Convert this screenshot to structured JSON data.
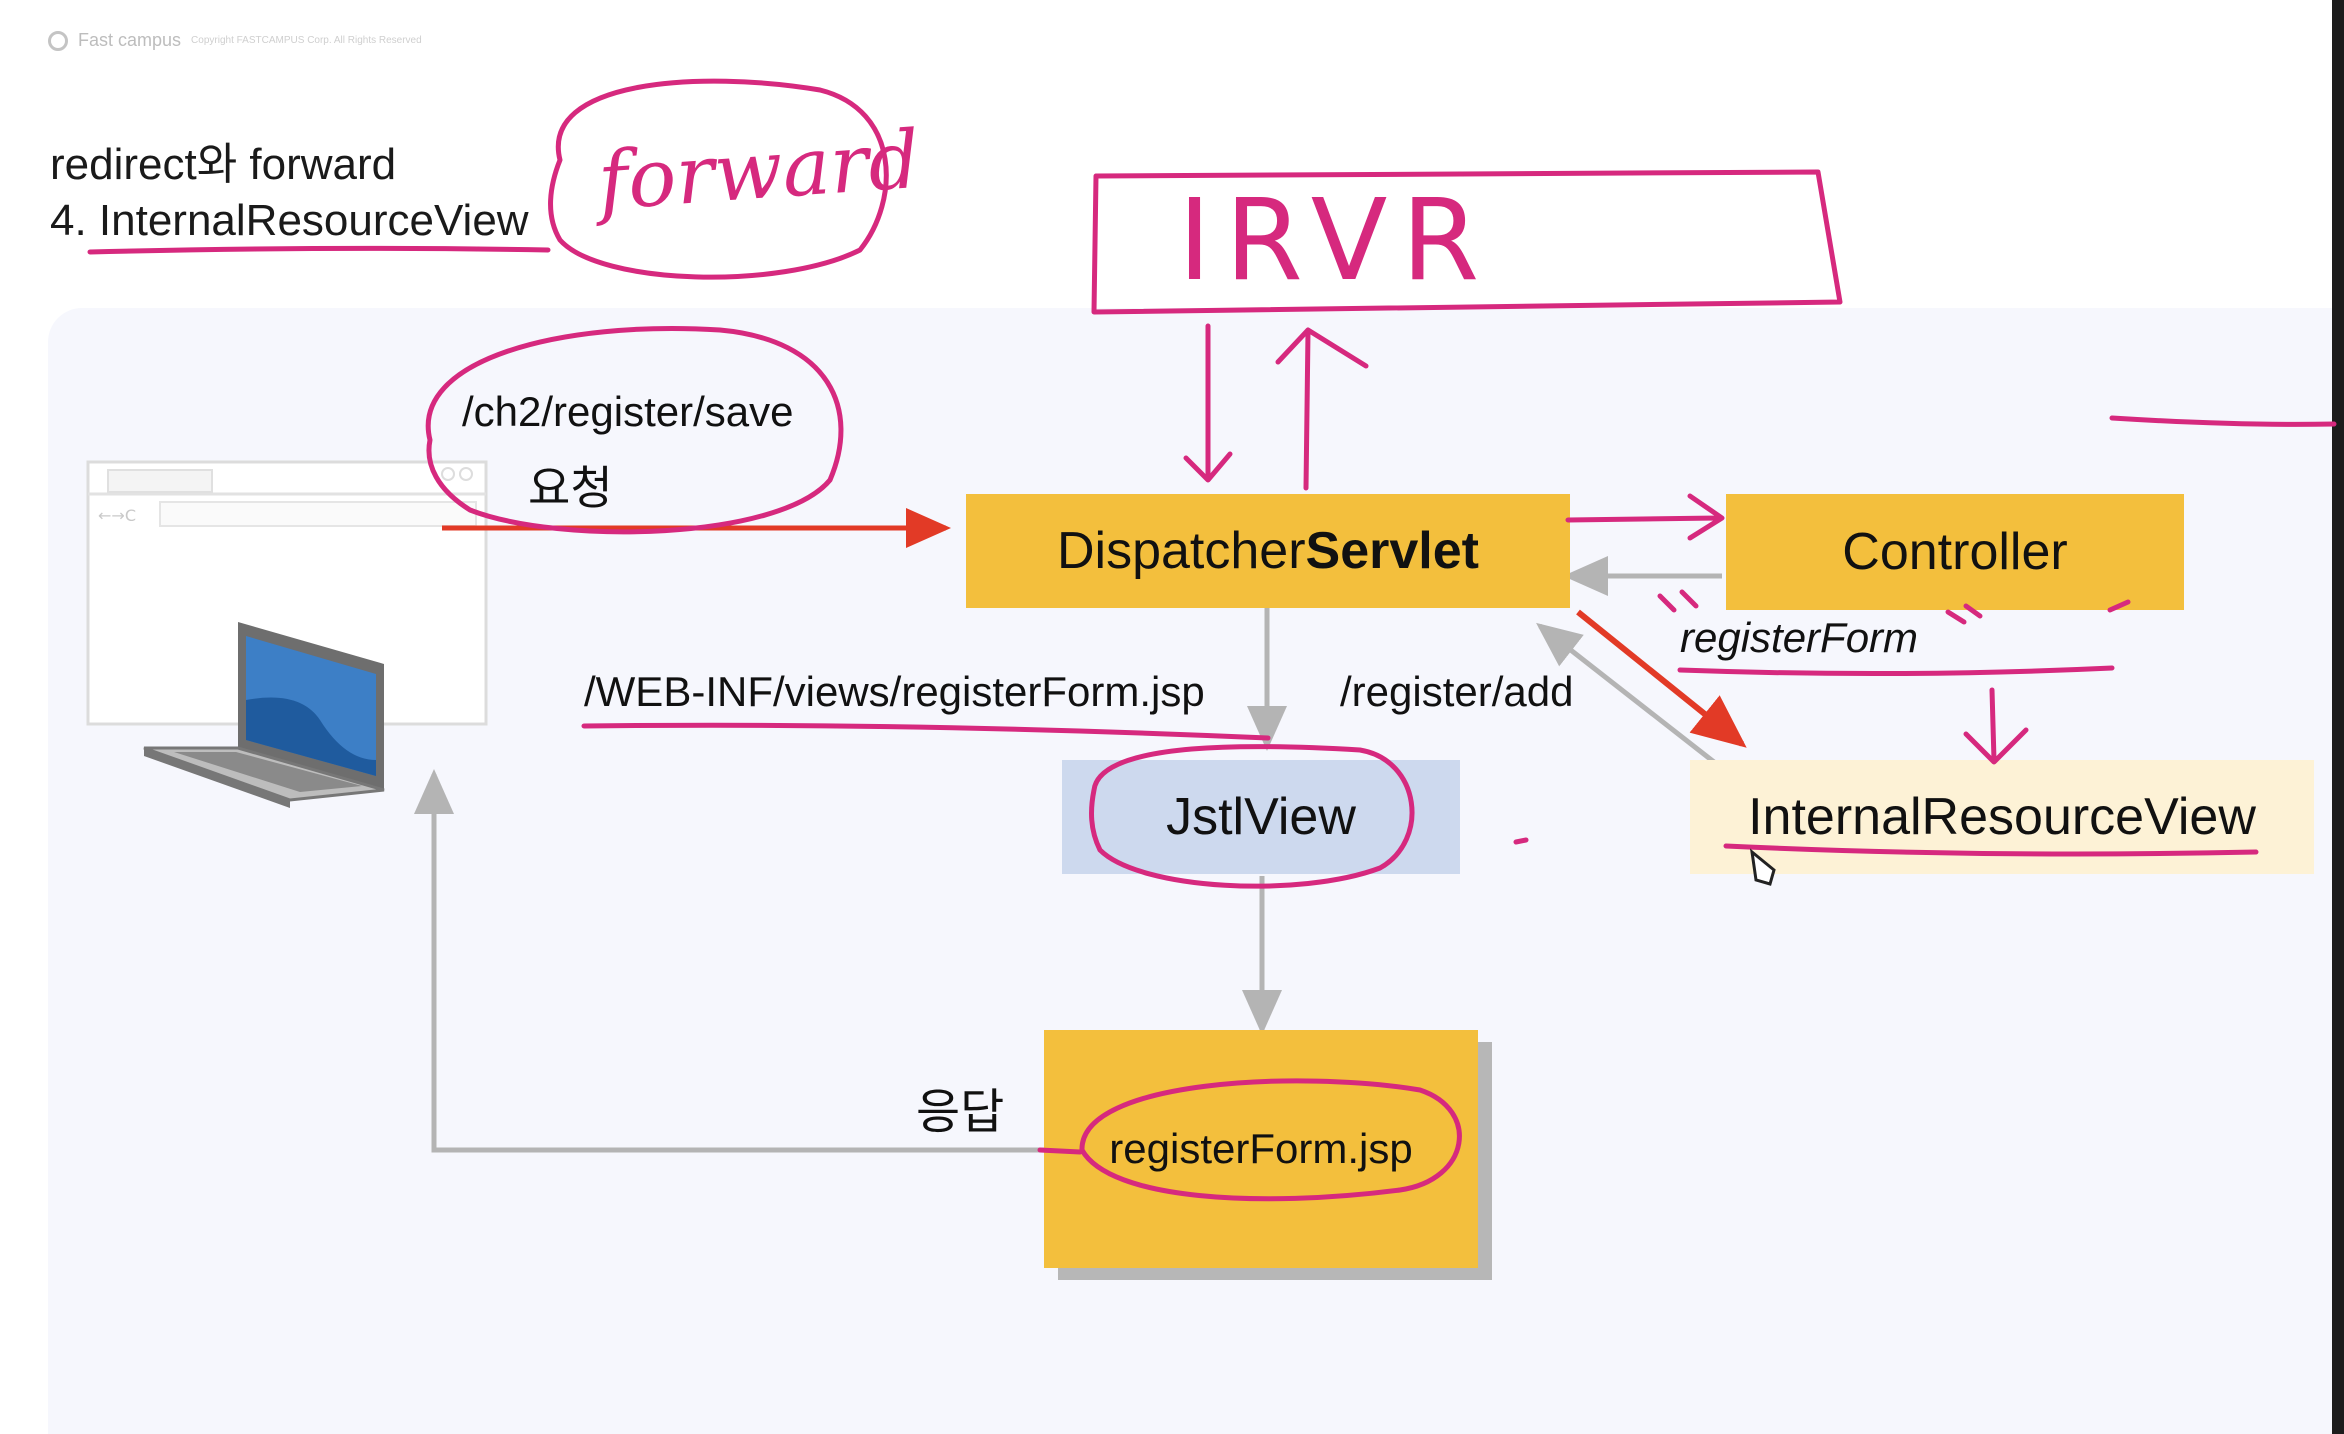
{
  "header": {
    "brand": "Fast campus",
    "copyright": "Copyright FASTCAMPUS Corp. All Rights Reserved"
  },
  "title": {
    "line1": "redirect와 forward",
    "line2": "4. InternalResourceView"
  },
  "diagram": {
    "dispatcher_prefix": "Dispatcher",
    "dispatcher_bold": "Servlet",
    "controller": "Controller",
    "jstl_view": "JstlView",
    "internal_resource_view": "InternalResourceView",
    "register_form_jsp": "registerForm.jsp",
    "request_url": "/ch2/register/save",
    "request_label": "요청",
    "view_path": "/WEB-INF/views/registerForm.jsp",
    "register_add": "/register/add",
    "register_form": "registerForm",
    "response_label": "응답"
  },
  "annotations": {
    "forward": "forward",
    "irvr": "IRVR"
  },
  "colors": {
    "box_yellow": "#f3bf3d",
    "box_blue": "#cdd9ee",
    "box_cream": "#fdf2d6",
    "pen_magenta": "#d6297e",
    "arrow_red": "#e23a26",
    "arrow_gray": "#b4b4b4",
    "panel_bg": "#f6f7fd"
  }
}
